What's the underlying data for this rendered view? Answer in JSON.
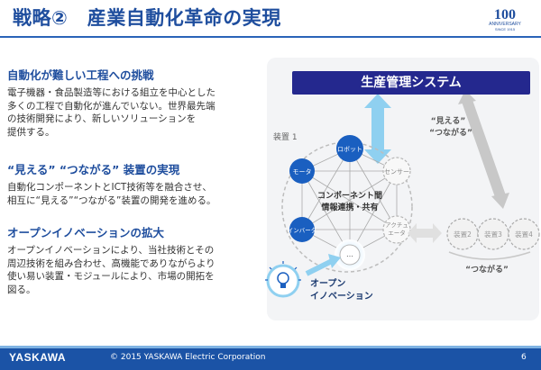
{
  "header": {
    "title": "戦略②　産業自動化革命の実現",
    "logo_number": "100",
    "logo_line1": "ANNIVERSARY",
    "logo_line2": "SINCE 1915"
  },
  "sections": [
    {
      "heading": "自動化が難しい工程への挑戦",
      "lines": [
        "電子機器・食品製造等における組立を中心とした",
        "多くの工程で自動化が進んでいない。世界最先端",
        "の技術開発により、新しいソリューションを",
        "提供する。"
      ]
    },
    {
      "heading": "“見える” “つながる” 装置の実現",
      "lines": [
        "自動化コンポーネントとICT技術等を融合させ、",
        "相互に“見える”“つながる”装置の開発を進める。"
      ]
    },
    {
      "heading": "オープンイノベーションの拡大",
      "lines": [
        "オープンイノベーションにより、当社技術とその",
        "周辺技術を組み合わせ、高機能でありながらより",
        "使い易い装置・モジュールにより、市場の開拓を",
        "図る。"
      ]
    }
  ],
  "diagram": {
    "system": "生産管理システム",
    "link_label_1": "“見える”",
    "link_label_2": "“つながる”",
    "device1": "装置 1",
    "robot": "ロボット",
    "motor": "モータ",
    "inverter": "インバータ",
    "sensor": "センサー",
    "actuator_1": "アクチュ",
    "actuator_2": "エータ",
    "center_1": "コンポーネント間",
    "center_2": "情報連携・共有",
    "ellipsis": "…",
    "device2": "装置2",
    "device3": "装置3",
    "device4": "装置4",
    "tsunagaru": "“つながる”",
    "open_1": "オープン",
    "open_2": "イノベーション",
    "colors": {
      "dark_blue": "#24288e",
      "node_blue": "#1a5fc0",
      "light_blue": "#8fd0f0",
      "gray": "#b0b0b0"
    }
  },
  "footer": {
    "brand": "YASKAWA",
    "copyright": "© 2015 YASKAWA Electric Corporation",
    "page": "6"
  }
}
